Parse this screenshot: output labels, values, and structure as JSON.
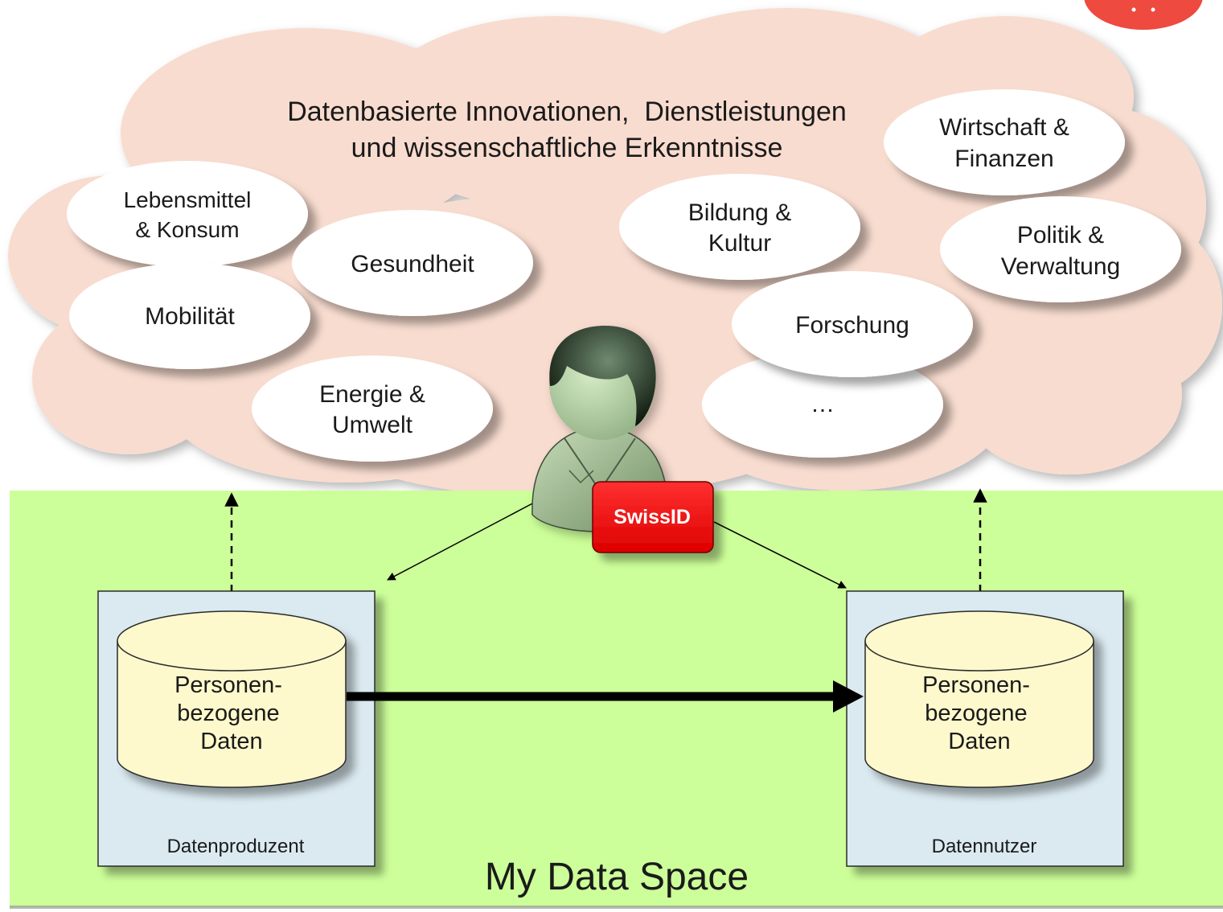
{
  "cloud": {
    "title_line1": "Datenbasierte Innovationen,  Dienstleistungen",
    "title_line2": "und wissenschaftliche Erkenntnisse"
  },
  "domains": {
    "lebensmittel": [
      "Lebensmittel",
      "& Konsum"
    ],
    "gesundheit": [
      "Gesundheit"
    ],
    "mobilitaet": [
      "Mobilität"
    ],
    "energie": [
      "Energie &",
      "Umwelt"
    ],
    "bildung": [
      "Bildung &",
      "Kultur"
    ],
    "wirtschaft": [
      "Wirtschaft &",
      "Finanzen"
    ],
    "politik": [
      "Politik &",
      "Verwaltung"
    ],
    "forschung": [
      "Forschung"
    ],
    "weitere": [
      "…"
    ]
  },
  "identity": {
    "label": "SwissID",
    "color": "#ee1111"
  },
  "producer": {
    "db_lines": [
      "Personen-",
      "bezogene",
      "Daten"
    ],
    "label": "Datenproduzent"
  },
  "consumer": {
    "db_lines": [
      "Personen-",
      "bezogene",
      "Daten"
    ],
    "label": "Datennutzer"
  },
  "space": {
    "label": "My Data Space"
  },
  "colors": {
    "cloud": "#f8dccf",
    "data_space": "#ccff99",
    "system_box": "#daeaf0",
    "database": "#fdf9cc",
    "bubble": "#ffffff"
  }
}
